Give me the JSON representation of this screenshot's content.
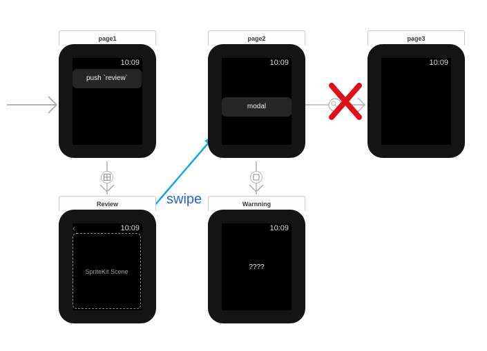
{
  "scenes": {
    "page1": {
      "title": "page1",
      "clock": "10:09",
      "button_label": "push `review`"
    },
    "page2": {
      "title": "page2",
      "clock": "10:09",
      "button_label": "modal"
    },
    "page3": {
      "title": "page3",
      "clock": "10:09"
    },
    "review": {
      "title": "Review",
      "clock": "10:09",
      "back_glyph": "‹",
      "content_label": "SpriteKit Scene"
    },
    "warning": {
      "title": "Warnning",
      "clock": "10:09",
      "content_label": "????"
    }
  },
  "annotation": {
    "swipe_label": "swipe",
    "swipe_color": "#1aa3e8",
    "cross_color": "#e0101b"
  },
  "segues": [
    {
      "from": "entry",
      "to": "page1",
      "kind": "entry-arrow"
    },
    {
      "from": "page1",
      "to": "review",
      "kind": "push",
      "icon": "push-segue-icon"
    },
    {
      "from": "page2",
      "to": "warning",
      "kind": "modal",
      "icon": "modal-segue-icon"
    },
    {
      "from": "page2",
      "to": "page3",
      "kind": "next-page",
      "icon": "relationship-segue-icon",
      "crossed_out": true
    }
  ]
}
